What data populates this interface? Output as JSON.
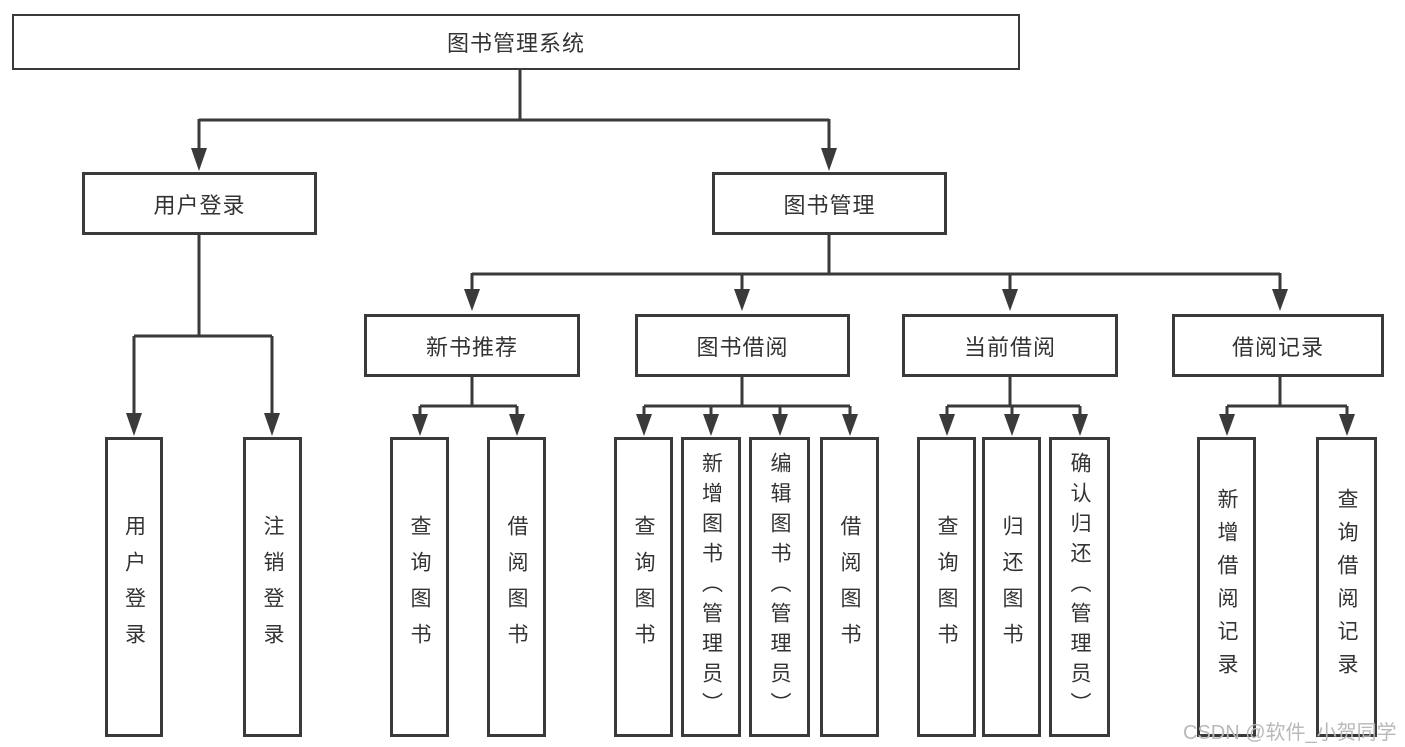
{
  "diagram_type": "hierarchy-tree",
  "tree": {
    "label": "图书管理系统",
    "children": [
      {
        "label": "用户登录",
        "children": [
          {
            "label": "用户登录"
          },
          {
            "label": "注销登录"
          }
        ]
      },
      {
        "label": "图书管理",
        "children": [
          {
            "label": "新书推荐",
            "children": [
              {
                "label": "查询图书"
              },
              {
                "label": "借阅图书"
              }
            ]
          },
          {
            "label": "图书借阅",
            "children": [
              {
                "label": "查询图书"
              },
              {
                "label": "新增图书（管理员）"
              },
              {
                "label": "编辑图书（管理员）"
              },
              {
                "label": "借阅图书"
              }
            ]
          },
          {
            "label": "当前借阅",
            "children": [
              {
                "label": "查询图书"
              },
              {
                "label": "归还图书"
              },
              {
                "label": "确认归还（管理员）"
              }
            ]
          },
          {
            "label": "借阅记录",
            "children": [
              {
                "label": "新增借阅记录"
              },
              {
                "label": "查询借阅记录"
              }
            ]
          }
        ]
      }
    ]
  },
  "watermark": "CSDN @软件_小贺同学",
  "colors": {
    "line": "#3a3a3a",
    "node_border": "#3a3a3a",
    "node_background": "#ffffff",
    "text": "#333333",
    "watermark": "#b9b9b9",
    "background": "#ffffff"
  }
}
